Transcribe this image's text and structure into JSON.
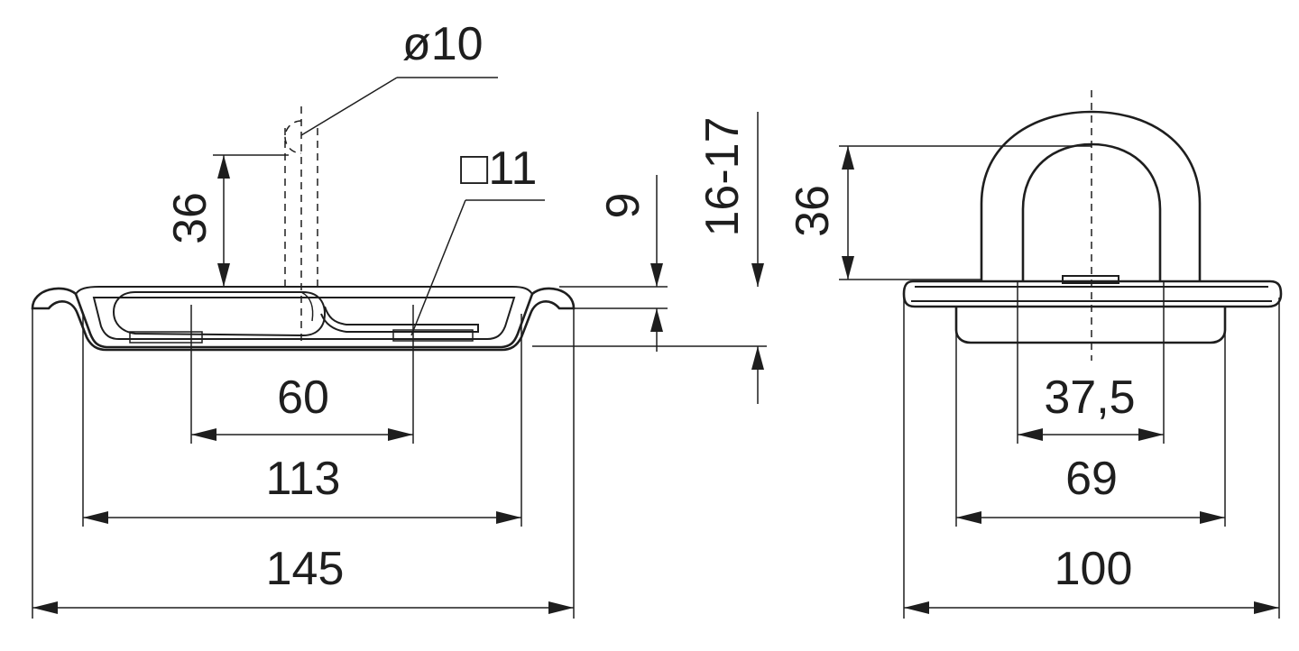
{
  "colors": {
    "line": "#1e1e1e",
    "background": "#ffffff"
  },
  "left_view": {
    "diameter": "ø10",
    "square": "□11",
    "height_left": "36",
    "depth_1": "9",
    "depth_2": "16-17",
    "width_60": "60",
    "width_113": "113",
    "width_145": "145"
  },
  "right_view": {
    "height": "36",
    "width_37_5": "37,5",
    "width_69": "69",
    "width_100": "100"
  }
}
